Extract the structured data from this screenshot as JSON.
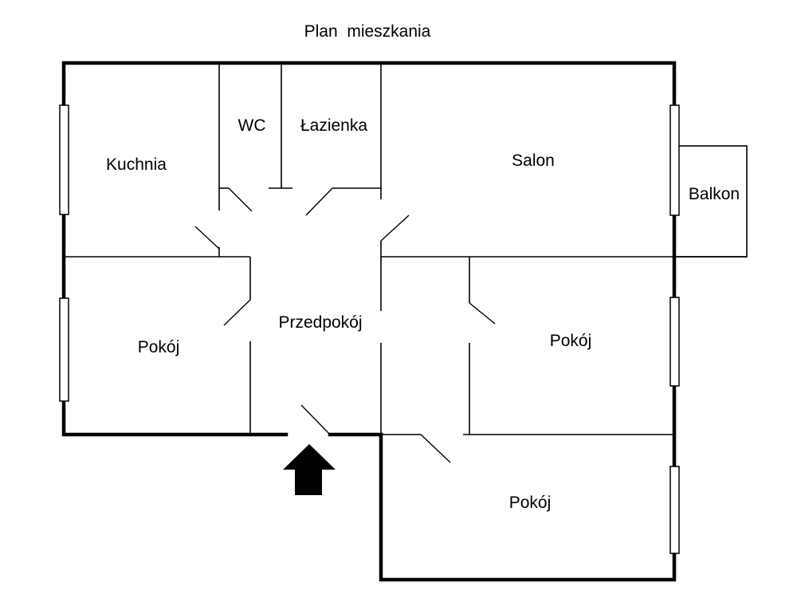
{
  "title": "Plan  mieszkania",
  "rooms": {
    "kitchen": "Kuchnia",
    "wc": "WC",
    "bathroom": "Łazienka",
    "living_room": "Salon",
    "balcony": "Balkon",
    "hallway": "Przedpokój",
    "room_left": "Pokój",
    "room_right": "Pokój",
    "room_bottom": "Pokój"
  },
  "colors": {
    "wall": "#000000",
    "background": "#ffffff"
  }
}
